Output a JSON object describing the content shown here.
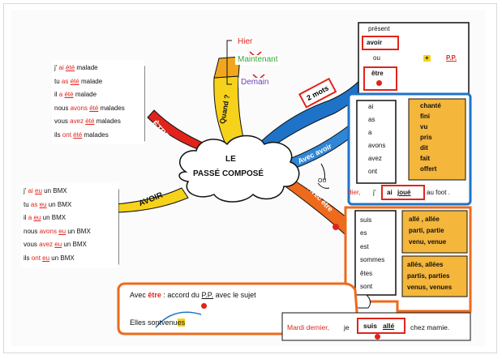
{
  "center": {
    "line1": "LE",
    "line2": "PASSÉ COMPOSÉ"
  },
  "branches": {
    "etre": "ÊTRE",
    "quand": "Quand ?",
    "avoir": "AVOIR",
    "deux_mots": "2 mots",
    "avec_avoir": "Avec avoir",
    "avec_etre": "Avec être",
    "ou": "OU"
  },
  "quand_words": {
    "hier": "Hier",
    "maintenant": "Maintenant",
    "demain": "Demain"
  },
  "etre_conj": [
    {
      "p": "j'",
      "aux": "ai",
      "pp": "été",
      "rest": "malade"
    },
    {
      "p": "tu",
      "aux": "as",
      "pp": "été",
      "rest": "malade"
    },
    {
      "p": "il",
      "aux": "a",
      "pp": "été",
      "rest": "malade"
    },
    {
      "p": "nous",
      "aux": "avons",
      "pp": "été",
      "rest": "malades"
    },
    {
      "p": "vous",
      "aux": "avez",
      "pp": "été",
      "rest": "malades"
    },
    {
      "p": "ils",
      "aux": "ont",
      "pp": "été",
      "rest": "malades"
    }
  ],
  "avoir_conj": [
    {
      "p": "j'",
      "aux": "ai",
      "pp": "eu",
      "rest": "un BMX"
    },
    {
      "p": "tu",
      "aux": "as",
      "pp": "eu",
      "rest": "un BMX"
    },
    {
      "p": "il",
      "aux": "a",
      "pp": "eu",
      "rest": "un BMX"
    },
    {
      "p": "nous",
      "aux": "avons",
      "pp": "eu",
      "rest": "un BMX"
    },
    {
      "p": "vous",
      "aux": "avez",
      "pp": "eu",
      "rest": "un BMX"
    },
    {
      "p": "ils",
      "aux": "ont",
      "pp": "eu",
      "rest": "un BMX"
    }
  ],
  "present_box": {
    "present": "présent",
    "avoir": "avoir",
    "ou": "ou",
    "etre": "être",
    "plus": "+",
    "pp": "P.P."
  },
  "avoir_aux": [
    "ai",
    "as",
    "a",
    "avons",
    "avez",
    "ont"
  ],
  "avoir_pp": [
    "chanté",
    "fini",
    "vu",
    "pris",
    "dit",
    "fait",
    "offert"
  ],
  "avoir_example": {
    "a": "Hier,",
    "b": "j'",
    "c": "ai",
    "d": "joué",
    "e": "au foot ."
  },
  "etre_aux": [
    "suis",
    "es",
    "est",
    "sommes",
    "êtes",
    "sont"
  ],
  "etre_pp_top": [
    "allé , allée",
    "parti, partie",
    "venu, venue"
  ],
  "etre_pp_bottom": [
    "allés, allées",
    "partis, parties",
    "venus, venues"
  ],
  "accord": {
    "avec": "Avec",
    "etre": "être",
    "rest1": ": accord du",
    "pp": "P.P.",
    "rest2": "avec le sujet"
  },
  "example_elles": {
    "a": "Elles",
    "b": "sont",
    "c": "venu",
    "d": "es"
  },
  "example_mardi": {
    "a": "Mardi dernier,",
    "b": "je",
    "c": "suis",
    "d": "allé",
    "e": "chez mamie."
  }
}
